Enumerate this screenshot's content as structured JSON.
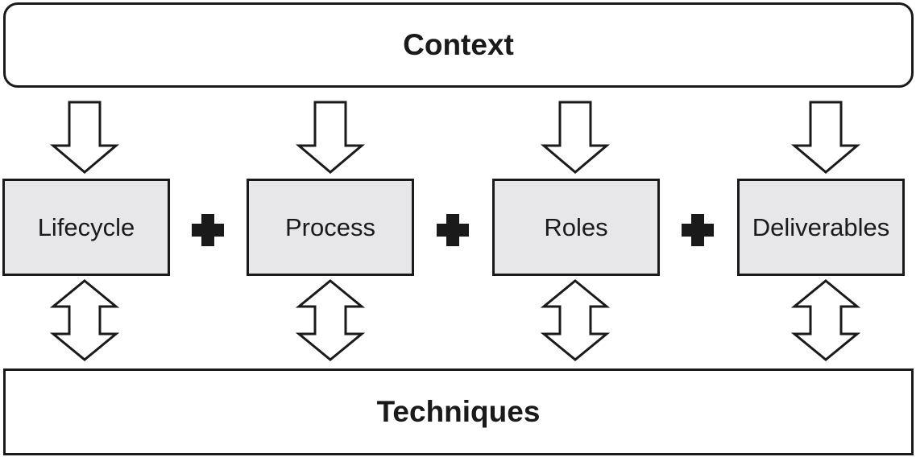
{
  "diagram": {
    "context_label": "Context",
    "techniques_label": "Techniques",
    "components": [
      {
        "label": "Lifecycle"
      },
      {
        "label": "Process"
      },
      {
        "label": "Roles"
      },
      {
        "label": "Deliverables"
      }
    ],
    "connector_symbol": "plus-icon",
    "down_arrow_icon": "down-arrow-icon",
    "updown_arrow_icon": "up-down-arrow-icon"
  }
}
